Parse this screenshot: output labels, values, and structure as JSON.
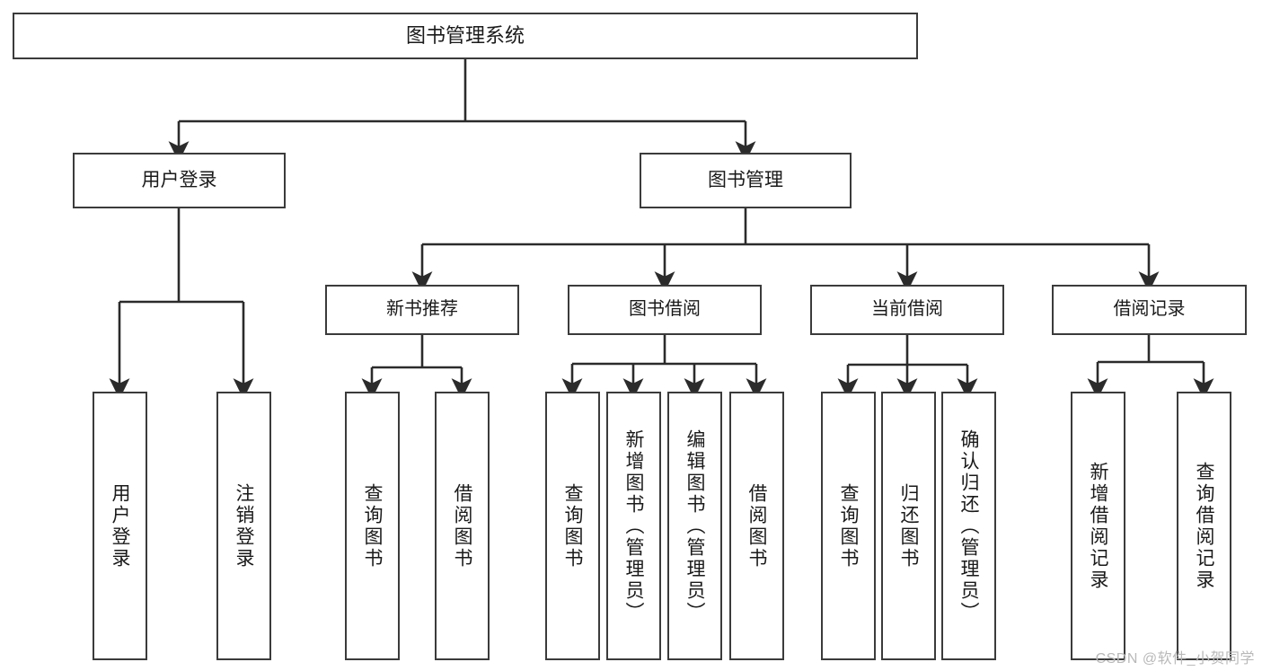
{
  "diagram": {
    "title": "图书管理系统",
    "watermark": "CSDN @软件_小贺同学",
    "colors": {
      "background": "#ffffff",
      "border": "#3b3b3b",
      "line": "#2b2b2b",
      "text": "#1a1a1a",
      "watermark": "#b9b9b9"
    },
    "root": {
      "label": "图书管理系统"
    },
    "level1": [
      {
        "label": "用户登录"
      },
      {
        "label": "图书管理"
      }
    ],
    "level2": [
      {
        "label": "新书推荐"
      },
      {
        "label": "图书借阅"
      },
      {
        "label": "当前借阅"
      },
      {
        "label": "借阅记录"
      }
    ],
    "leaves": {
      "user_login": [
        {
          "label": "用户登录"
        },
        {
          "label": "注销登录"
        }
      ],
      "new_book_recommend": [
        {
          "label": "查询图书"
        },
        {
          "label": "借阅图书"
        }
      ],
      "book_borrow": [
        {
          "label": "查询图书"
        },
        {
          "label": "新增图书（管理员）"
        },
        {
          "label": "编辑图书（管理员）"
        },
        {
          "label": "借阅图书"
        }
      ],
      "current_borrow": [
        {
          "label": "查询图书"
        },
        {
          "label": "归还图书"
        },
        {
          "label": "确认归还（管理员）"
        }
      ],
      "borrow_record": [
        {
          "label": "新增借阅记录"
        },
        {
          "label": "查询借阅记录"
        }
      ]
    }
  }
}
